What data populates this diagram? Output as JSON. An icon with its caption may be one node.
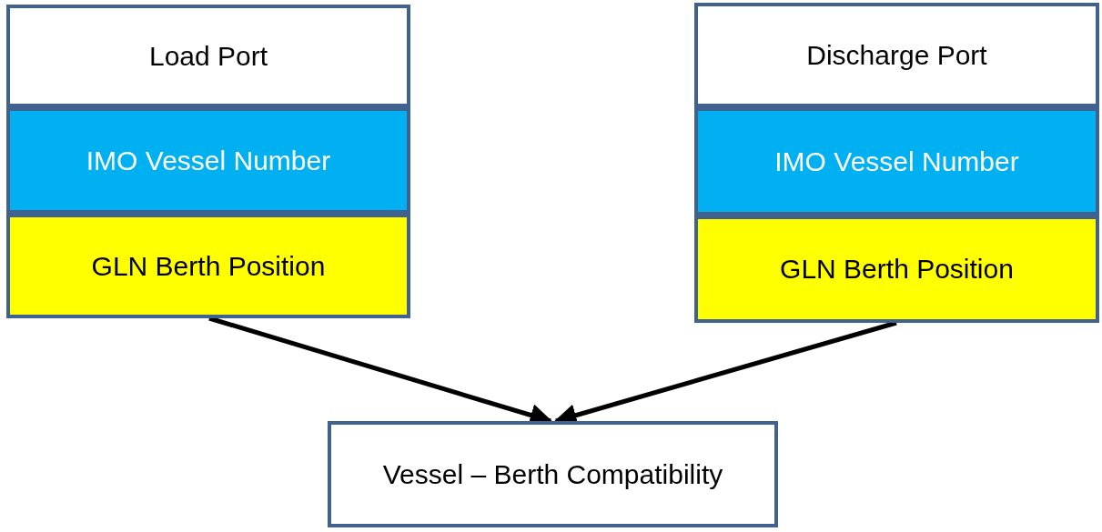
{
  "diagram": {
    "nodes": [
      {
        "text": [
          "Load Port"
        ]
      },
      {
        "text": [
          "IMO Vessel Number"
        ]
      },
      {
        "text": [
          "GLN Berth Position"
        ]
      },
      {
        "text": [
          "Discharge Port"
        ]
      },
      {
        "text": [
          "IMO Vessel Number"
        ]
      },
      {
        "text": [
          "GLN Berth Position"
        ]
      },
      {
        "text": [
          "Vessel – Berth Compatibility"
        ]
      }
    ],
    "edges": [
      {
        "from": 2,
        "to": 6,
        "arrow": "to"
      },
      {
        "from": 5,
        "to": 6,
        "arrow": "to"
      }
    ]
  }
}
